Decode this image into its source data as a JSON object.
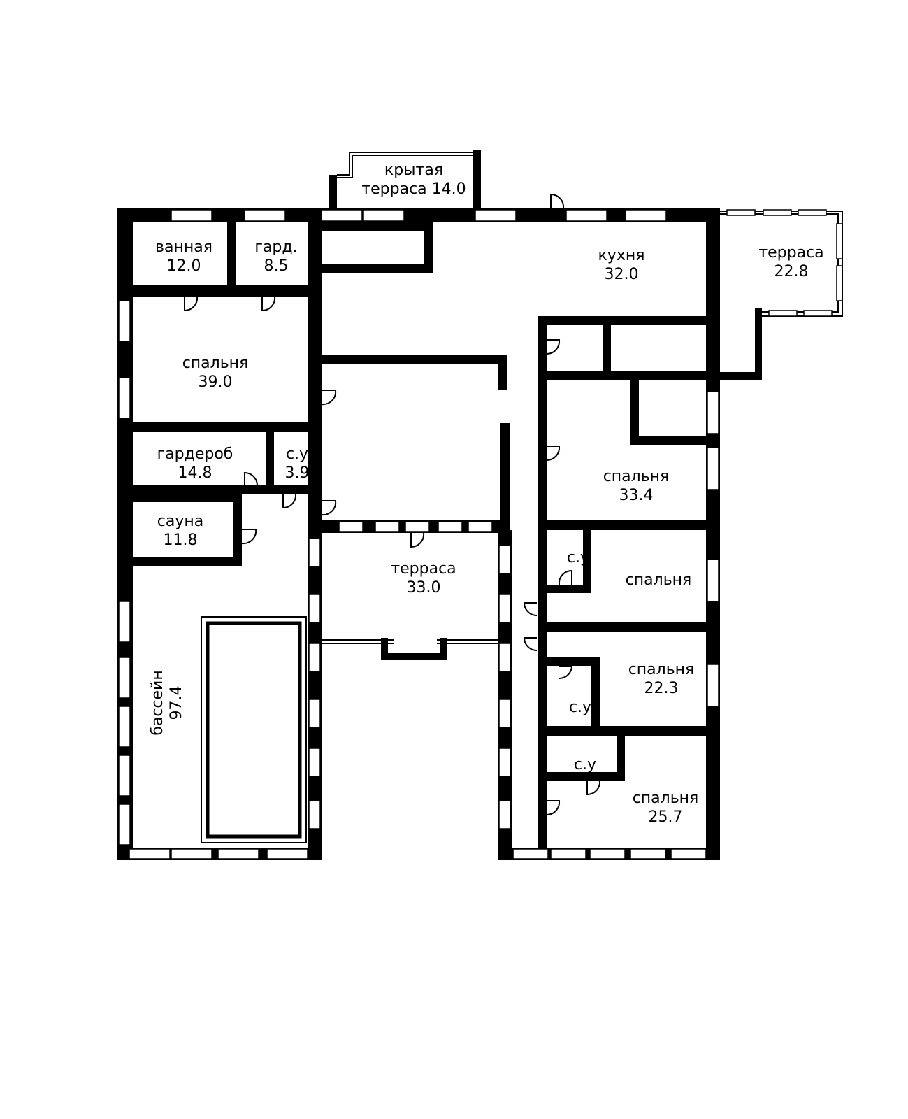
{
  "rooms": [
    {
      "id": "covered-terrace",
      "name": "крытая",
      "area": "терраса 14.0"
    },
    {
      "id": "bathroom",
      "name": "ванная",
      "area": "12.0"
    },
    {
      "id": "closet-small",
      "name": "гард.",
      "area": "8.5"
    },
    {
      "id": "kitchen",
      "name": "кухня",
      "area": "32.0"
    },
    {
      "id": "terrace-east",
      "name": "терраса",
      "area": "22.8"
    },
    {
      "id": "bedroom-1",
      "name": "спальня",
      "area": "39.0"
    },
    {
      "id": "wardrobe",
      "name": "гардероб",
      "area": "14.8"
    },
    {
      "id": "wc-1",
      "name": "с.у",
      "area": "3.9"
    },
    {
      "id": "sauna",
      "name": "сауна",
      "area": "11.8"
    },
    {
      "id": "bedroom-2",
      "name": "спальня",
      "area": "33.4"
    },
    {
      "id": "terrace-center",
      "name": "терраса",
      "area": "33.0"
    },
    {
      "id": "wc-2",
      "name": "с.у",
      "area": ""
    },
    {
      "id": "bedroom-3",
      "name": "спальня",
      "area": ""
    },
    {
      "id": "bedroom-4",
      "name": "спальня",
      "area": "22.3"
    },
    {
      "id": "wc-3",
      "name": "с.у",
      "area": ""
    },
    {
      "id": "pool",
      "name": "бассейн",
      "area": "97.4"
    },
    {
      "id": "wc-4",
      "name": "с.у",
      "area": ""
    },
    {
      "id": "bedroom-5",
      "name": "спальня",
      "area": "25.7"
    }
  ]
}
